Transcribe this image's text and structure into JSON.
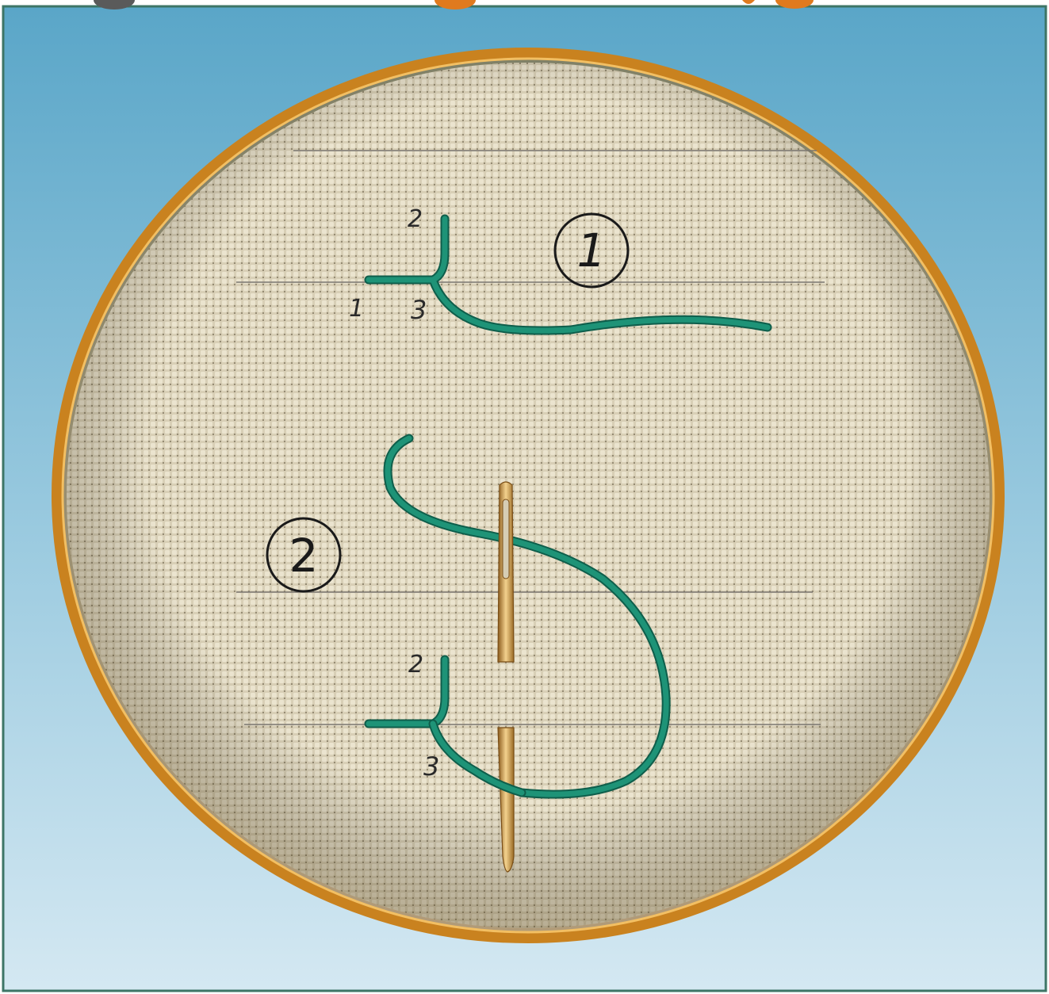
{
  "colors": {
    "sky_top": "#5aa6c8",
    "sky_bottom": "#cfe6f1",
    "frame_border": "#3d7566",
    "linen": "#d6cdb4",
    "hoop": "#d28a2a",
    "thread": "#1e9377",
    "needle": "#c89242",
    "guide_line": "#7a7670"
  },
  "step_one": {
    "badge": "1",
    "labels": {
      "point_one": "1",
      "point_two": "2",
      "point_three": "3"
    }
  },
  "step_two": {
    "badge": "2",
    "labels": {
      "point_two": "2",
      "point_three": "3"
    }
  }
}
